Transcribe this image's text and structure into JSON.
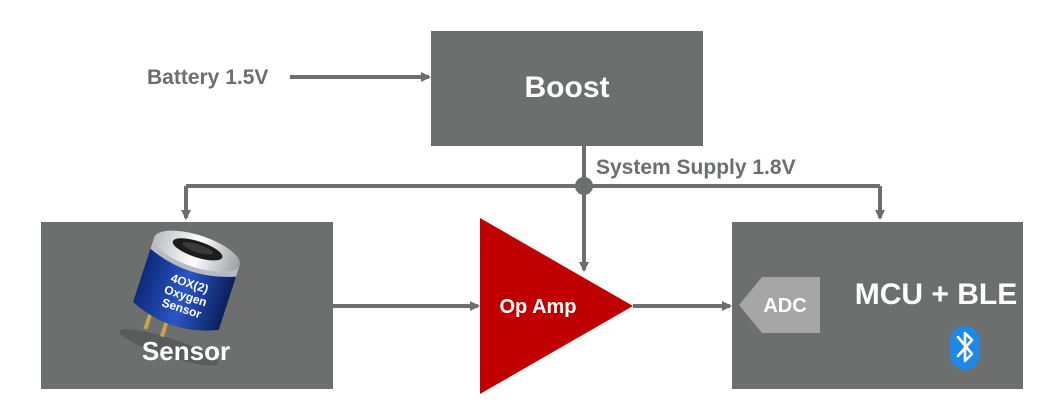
{
  "labels": {
    "battery": "Battery 1.5V",
    "boost": "Boost",
    "system_supply": "System Supply 1.8V",
    "sensor": "Sensor",
    "op_amp": "Op Amp",
    "adc": "ADC",
    "mcu": "MCU + BLE"
  },
  "sensor_can": {
    "line1": "4OX(2)",
    "line2": "Oxygen",
    "line3": "Sensor"
  },
  "icons": {
    "bluetooth": "bluetooth-icon",
    "sensor": "oxygen-sensor-icon"
  },
  "colors": {
    "block_gray": "#6d6e6e",
    "op_amp_red": "#c00000",
    "adc_gray": "#a6a6a6",
    "bluetooth_blue": "#1e88e5"
  }
}
